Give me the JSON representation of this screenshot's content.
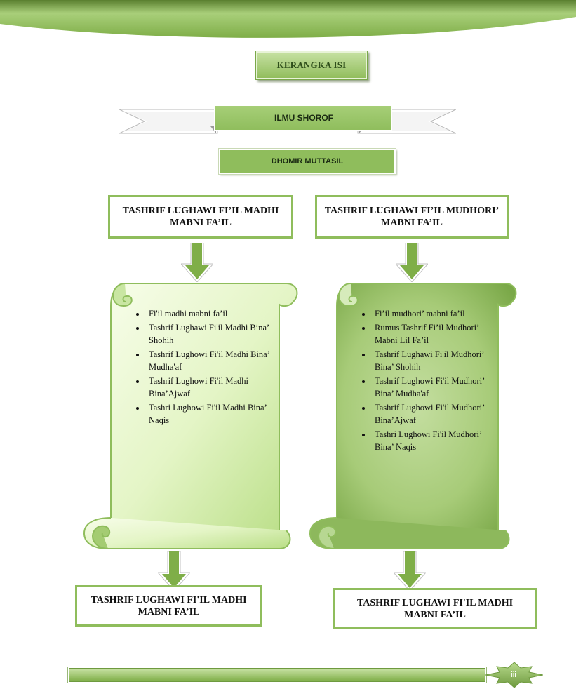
{
  "colors": {
    "green_main": "#8fbd5c",
    "green_light": "#e4f5c6",
    "green_dark": "#6e9a3f"
  },
  "header": {
    "title": "KERANGKA ISI"
  },
  "ribbon": {
    "label": "ILMU SHOROF"
  },
  "subheader": {
    "label": "DHOMIR MUTTASIL"
  },
  "left_column": {
    "top_box": "TASHRIF LUGHAWI FI’IL MADHI MABNI FA’IL",
    "items": [
      "Fi'il madhi mabni fa’il",
      "Tashrif Lughawi Fi'il Madhi Bina’ Shohih",
      "Tashrif Lughowi Fi'il Madhi Bina’ Mudha'af",
      "Tashrif  Lughowi Fi'il Madhi Bina’Ajwaf",
      "Tashri Lughowi Fi'il Madhi Bina’ Naqis"
    ],
    "bottom_box": "TASHRIF LUGHAWI FI'IL MADHI MABNI FA’IL"
  },
  "right_column": {
    "top_box": "TASHRIF LUGHAWI FI’IL MUDHORI’ MABNI FA’IL",
    "items": [
      "Fi’il mudhori’ mabni fa’il",
      "Rumus Tashrif Fi’il Mudhori’ Mabni Lil Fa’il",
      "Tashrif Lughawi Fi'il Mudhori’ Bina’ Shohih",
      "Tashrif Lughowi Fi'il Mudhori’ Bina’ Mudha'af",
      "Tashrif  Lughowi Fi'il Mudhori’ Bina’Ajwaf",
      "Tashri Lughowi Fi'il Mudhori’ Bina’ Naqis"
    ],
    "bottom_box": "TASHRIF LUGHAWI FI'IL MADHI MABNI FA’IL"
  },
  "footer": {
    "page_number": "iii"
  }
}
